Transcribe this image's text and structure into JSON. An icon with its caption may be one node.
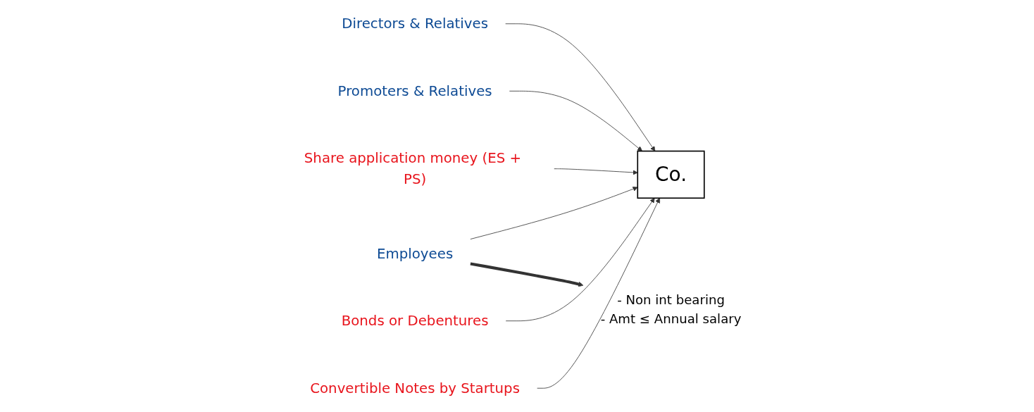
{
  "diagram": {
    "nodes": [
      {
        "text": [
          "Co."
        ]
      },
      {
        "text": [
          "Directors & Relatives"
        ]
      },
      {
        "text": [
          "Promoters & Relatives"
        ]
      },
      {
        "text": [
          "Employees"
        ]
      },
      {
        "text": [
          "- Non int bearing",
          "- Amt ≤ Annual salary"
        ]
      },
      {
        "text": [
          "Share application money (ES + PS)"
        ]
      },
      {
        "text": [
          "Bonds or Debentures"
        ]
      },
      {
        "text": [
          "Convertible Notes by Startups"
        ]
      }
    ],
    "edges": [
      {
        "from": 1,
        "to": 0,
        "arrow": "to"
      },
      {
        "from": 2,
        "to": 0,
        "arrow": "to"
      },
      {
        "from": 3,
        "to": 0,
        "arrow": "to"
      },
      {
        "from": 5,
        "to": 0,
        "arrow": "to"
      },
      {
        "from": 6,
        "to": 0,
        "arrow": "to"
      },
      {
        "from": 7,
        "to": 0,
        "arrow": "to"
      },
      {
        "from": 3,
        "to": 4,
        "arrow": "to",
        "style": "thick"
      }
    ]
  }
}
